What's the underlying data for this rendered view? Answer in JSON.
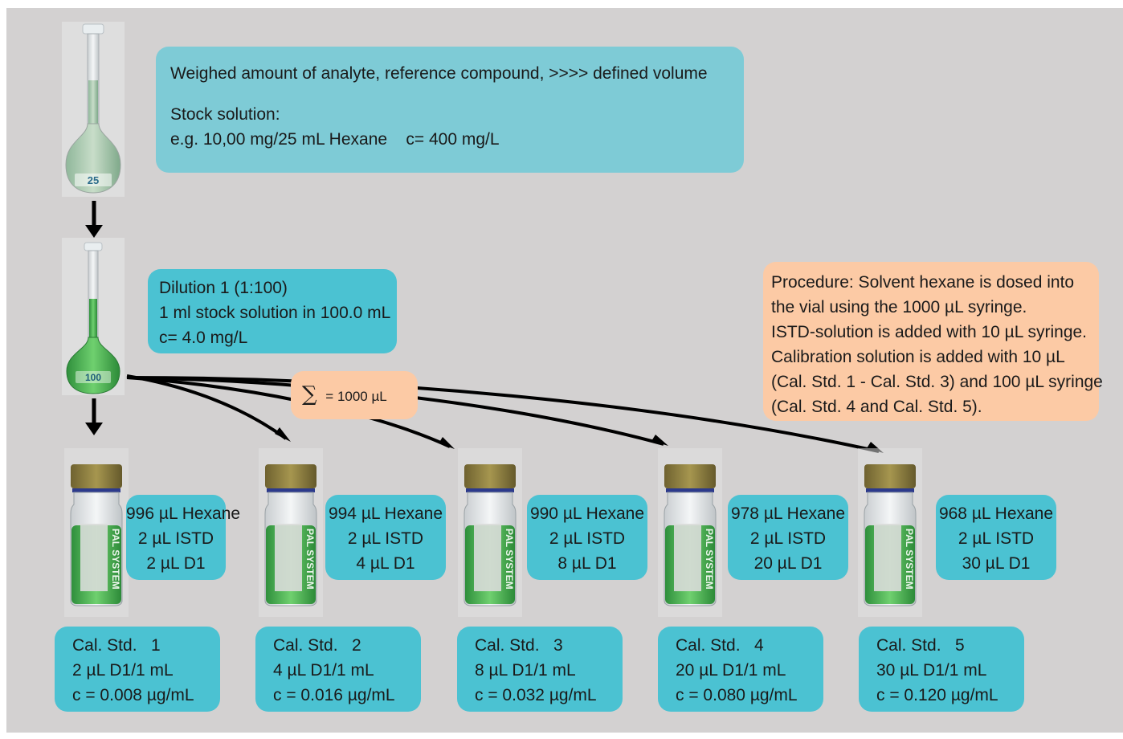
{
  "stock_box": {
    "line1": "Weighed amount of analyte, reference compound, >>>> defined volume",
    "line2": "Stock solution:",
    "line3": "e.g. 10,00 mg/25 mL Hexane    c= 400 mg/L"
  },
  "dilution_box": {
    "lines": [
      "Dilution 1 (1:100)",
      "1 ml stock solution in 100.0 mL",
      "c= 4.0 mg/L"
    ]
  },
  "sum_box": {
    "symbol": "∑",
    "text": "= 1000 µL"
  },
  "procedure_box": {
    "lines": [
      "Procedure: Solvent hexane is dosed into",
      "the vial using the 1000 µL syringe.",
      "ISTD-solution is added with 10 µL syringe.",
      "Calibration solution is added with 10 µL",
      "(Cal. Std. 1 - Cal. Std. 3) and 100 µL syringe",
      "(Cal. Std. 4 and Cal. Std. 5)."
    ]
  },
  "flasks": {
    "stock_label": "25",
    "dilution_label": "100"
  },
  "vial_brand": "PAL SYSTEM",
  "vials": [
    {
      "hexane": "996 µL Hexane",
      "istd": "2 µL ISTD",
      "d1": "2 µL D1",
      "std_title": "Cal. Std.   1",
      "std_amount": "2 µL D1/1 mL",
      "std_conc": "c = 0.008 µg/mL"
    },
    {
      "hexane": "994 µL Hexane",
      "istd": "2 µL ISTD",
      "d1": "4 µL D1",
      "std_title": "Cal. Std.   2",
      "std_amount": "4 µL D1/1 mL",
      "std_conc": "c = 0.016 µg/mL"
    },
    {
      "hexane": "990 µL Hexane",
      "istd": "2 µL ISTD",
      "d1": "8 µL D1",
      "std_title": "Cal. Std.   3",
      "std_amount": "8 µL D1/1 mL",
      "std_conc": "c = 0.032 µg/mL"
    },
    {
      "hexane": "978 µL Hexane",
      "istd": "2 µL ISTD",
      "d1": "20 µL D1",
      "std_title": "Cal. Std.   4",
      "std_amount": "20 µL D1/1 mL",
      "std_conc": "c = 0.080 µg/mL"
    },
    {
      "hexane": "968 µL Hexane",
      "istd": "2 µL ISTD",
      "d1": "30 µL D1",
      "std_title": "Cal. Std.   5",
      "std_amount": "30 µL D1/1 mL",
      "std_conc": "c = 0.120 µg/mL"
    }
  ],
  "colors": {
    "panel": "#d3d1d1",
    "teal": "#4bc2d2",
    "teal_light": "#7ecbd6",
    "peach": "#fccaa5",
    "liquid": "#3fb14a",
    "cap": "#8a7a3c",
    "arrow": "#000000"
  }
}
